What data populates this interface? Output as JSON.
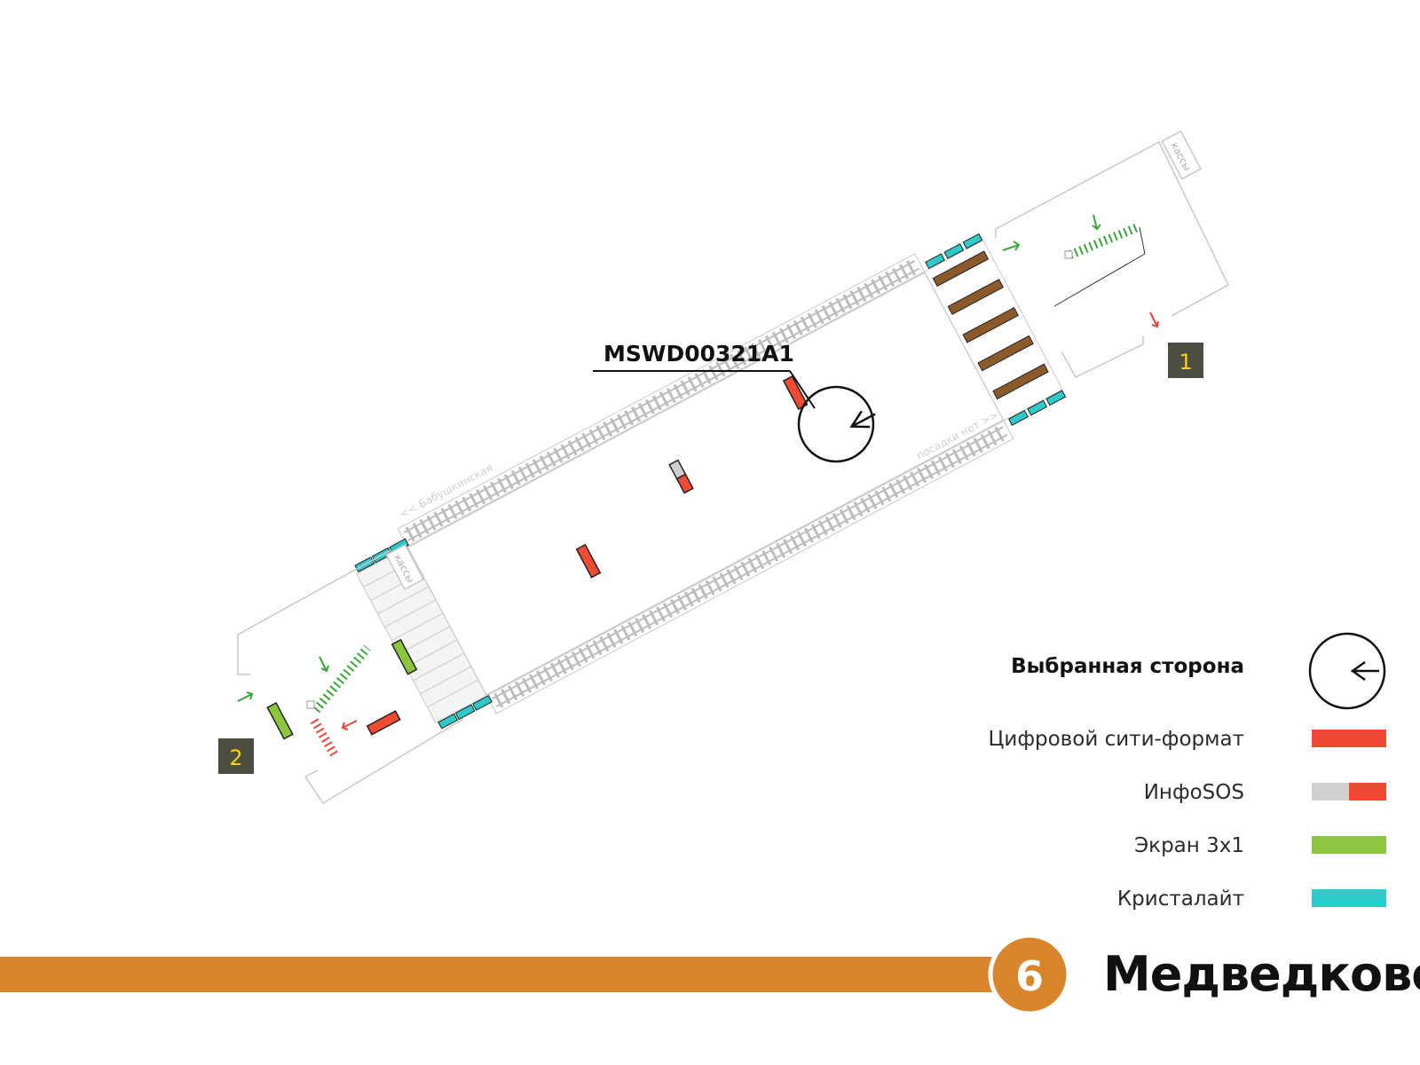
{
  "station": {
    "name": "Медведково",
    "line_number": "6",
    "line_color": "#d9852b"
  },
  "marker": {
    "code": "MSWD00321A1"
  },
  "map": {
    "track_label_left": "<< Бабушкинская",
    "track_label_right": "посадки нет >>",
    "ticket_office_label": "кассы",
    "exits": [
      {
        "number": "1"
      },
      {
        "number": "2"
      }
    ]
  },
  "legend": {
    "selected_side_label": "Выбранная сторона",
    "items": [
      {
        "label": "Цифровой сити-формат",
        "color": "#ef4a34"
      },
      {
        "label": "ИнфоSOS",
        "color": "#cfcfcf",
        "color2": "#ef4a34"
      },
      {
        "label": "Экран 3х1",
        "color": "#8cc63f"
      },
      {
        "label": "Кристалайт",
        "color": "#2ec9c9"
      }
    ]
  },
  "colors": {
    "outline": "#c8c8c8",
    "track": "#bdbdbd",
    "stairs": "#8a5a2b",
    "arrow_green": "#3aa63a",
    "arrow_red": "#e8463a",
    "exit_box": "#4d4d42",
    "exit_text": "#ffd200"
  }
}
